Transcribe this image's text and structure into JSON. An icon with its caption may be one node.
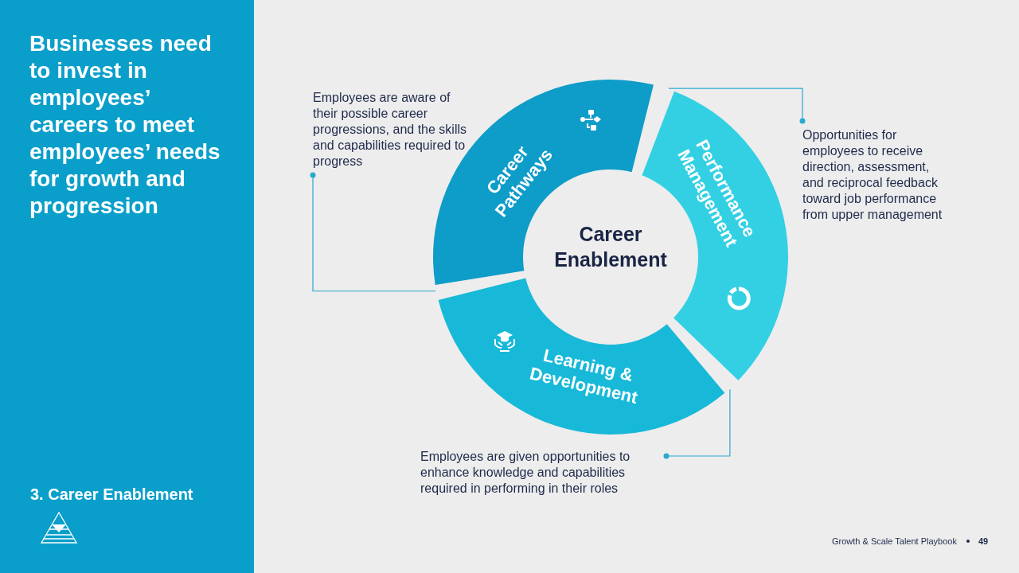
{
  "diagram": {
    "title": "Businesses need to invest in employees’ careers to meet employees’ needs for growth and progression",
    "nodes": [
      {
        "text": [
          "Career Enablement"
        ]
      },
      {
        "text": [
          "Career Pathways"
        ]
      },
      {
        "text": [
          "Performance Management"
        ]
      },
      {
        "text": [
          "Learning & Development"
        ]
      },
      {
        "text": [
          "Employees are aware of their possible career progressions, and the skills and capabilities required to progress"
        ]
      },
      {
        "text": [
          "Opportunities for employees to receive direction, assessment, and reciprocal feedback toward job performance from upper management"
        ]
      },
      {
        "text": [
          "Employees are given opportunities to enhance knowledge and capabilities required in performing in their roles"
        ]
      }
    ],
    "edges": [
      {
        "from": 4,
        "to": 1,
        "arrow": "other"
      },
      {
        "from": 5,
        "to": 2,
        "arrow": "other"
      },
      {
        "from": 6,
        "to": 3,
        "arrow": "other"
      }
    ],
    "labels": [
      "3. Career Enablement",
      "Growth & Scale Talent Playbook",
      "49"
    ]
  }
}
